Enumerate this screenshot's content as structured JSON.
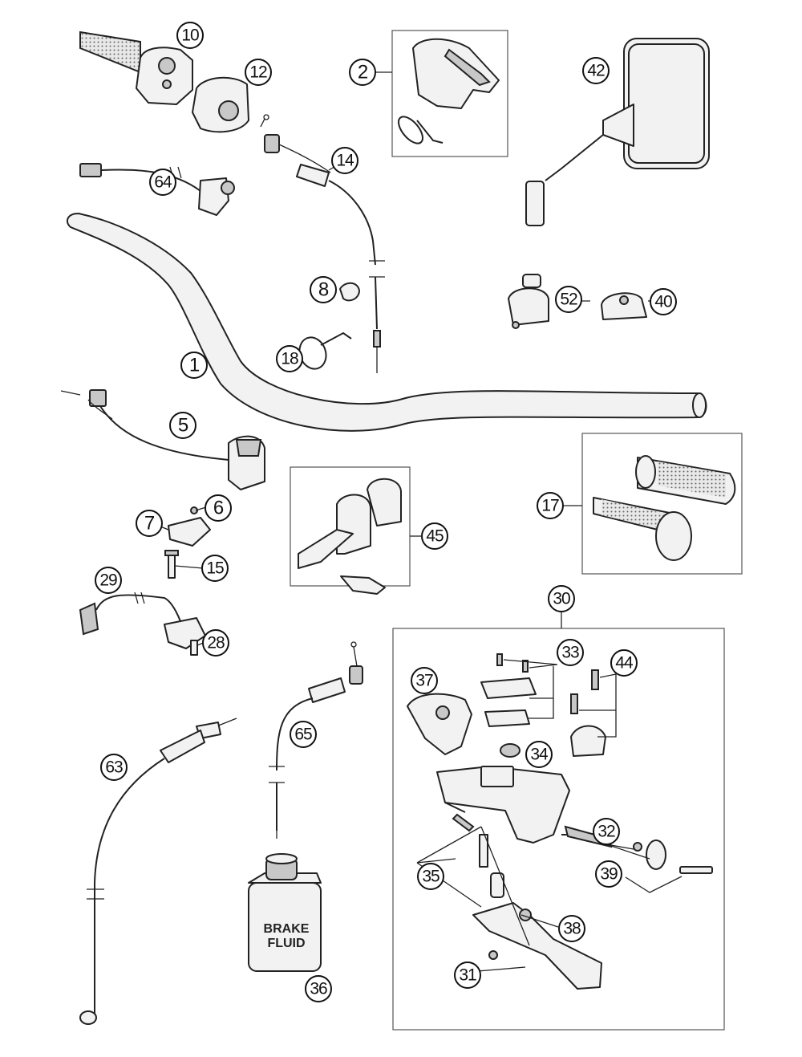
{
  "diagram": {
    "callouts": [
      {
        "id": "c1",
        "text": "1"
      },
      {
        "id": "c2",
        "text": "2"
      },
      {
        "id": "c5",
        "text": "5"
      },
      {
        "id": "c6",
        "text": "6"
      },
      {
        "id": "c7",
        "text": "7"
      },
      {
        "id": "c8",
        "text": "8"
      },
      {
        "id": "c10",
        "text": "10"
      },
      {
        "id": "c12",
        "text": "12"
      },
      {
        "id": "c14",
        "text": "14"
      },
      {
        "id": "c15",
        "text": "15"
      },
      {
        "id": "c17",
        "text": "17"
      },
      {
        "id": "c18",
        "text": "18"
      },
      {
        "id": "c28",
        "text": "28"
      },
      {
        "id": "c29",
        "text": "29"
      },
      {
        "id": "c30",
        "text": "30"
      },
      {
        "id": "c31",
        "text": "31"
      },
      {
        "id": "c32",
        "text": "32"
      },
      {
        "id": "c33",
        "text": "33"
      },
      {
        "id": "c34",
        "text": "34"
      },
      {
        "id": "c35",
        "text": "35"
      },
      {
        "id": "c36",
        "text": "36"
      },
      {
        "id": "c37",
        "text": "37"
      },
      {
        "id": "c38",
        "text": "38"
      },
      {
        "id": "c39",
        "text": "39"
      },
      {
        "id": "c40",
        "text": "40"
      },
      {
        "id": "c42",
        "text": "42"
      },
      {
        "id": "c44",
        "text": "44"
      },
      {
        "id": "c45",
        "text": "45"
      },
      {
        "id": "c52",
        "text": "52"
      },
      {
        "id": "c63",
        "text": "63"
      },
      {
        "id": "c64",
        "text": "64"
      },
      {
        "id": "c65",
        "text": "65"
      }
    ],
    "bottle_label_line1": "BRAKE",
    "bottle_label_line2": "FLUID"
  }
}
